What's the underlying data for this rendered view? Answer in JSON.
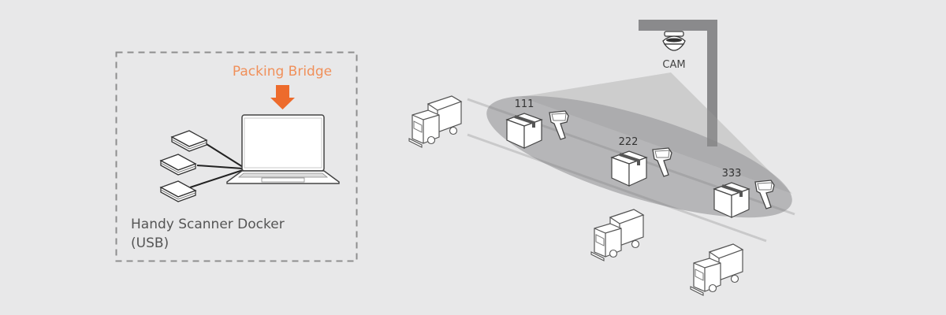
{
  "left_panel": {
    "title": "Packing Bridge",
    "caption_line1": "Handy Scanner Docker",
    "caption_line2": "(USB)"
  },
  "right_panel": {
    "camera_label": "CAM",
    "packages": [
      {
        "label": "111"
      },
      {
        "label": "222"
      },
      {
        "label": "333"
      }
    ]
  },
  "colors": {
    "accent": "#ed6b2c",
    "accent_text": "#f0905a",
    "background": "#e8e8e9",
    "wall": "#8a8a8c"
  }
}
